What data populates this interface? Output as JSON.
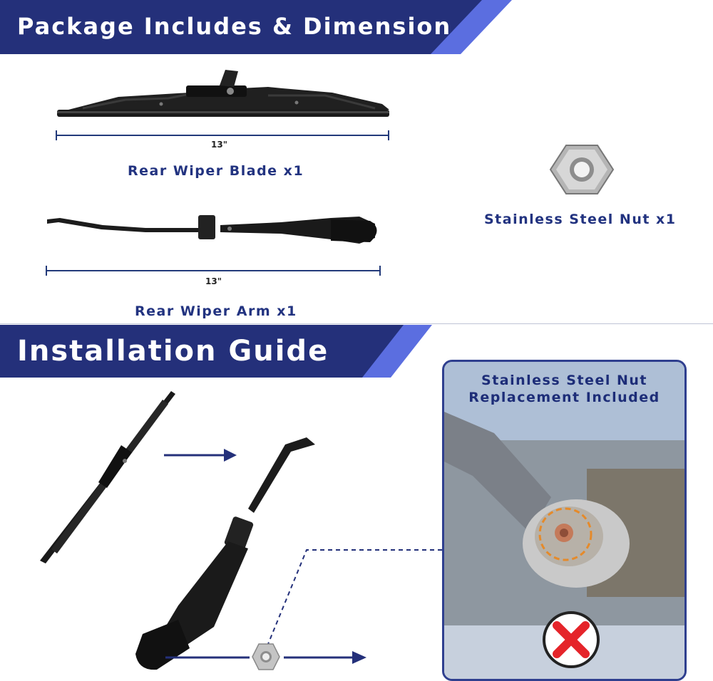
{
  "top_banner": {
    "title": "Package Includes & Dimension"
  },
  "blade": {
    "dimension": "13\"",
    "label": "Rear Wiper Blade x1"
  },
  "arm": {
    "dimension": "13\"",
    "label": "Rear Wiper Arm x1"
  },
  "nut": {
    "label": "Stainless Steel Nut x1"
  },
  "install_banner": {
    "title": "Installation Guide"
  },
  "photo_card": {
    "title_line1": "Stainless Steel Nut",
    "title_line2": "Replacement Included"
  },
  "colors": {
    "banner_navy": "#24307a",
    "banner_accent": "#5b6ee0",
    "label_blue": "#223380",
    "reject_red": "#e5242a"
  },
  "icons": [
    "wiper-blade-image",
    "wiper-arm-image",
    "hex-nut-image",
    "arrow-right-icon",
    "reject-x-icon"
  ]
}
